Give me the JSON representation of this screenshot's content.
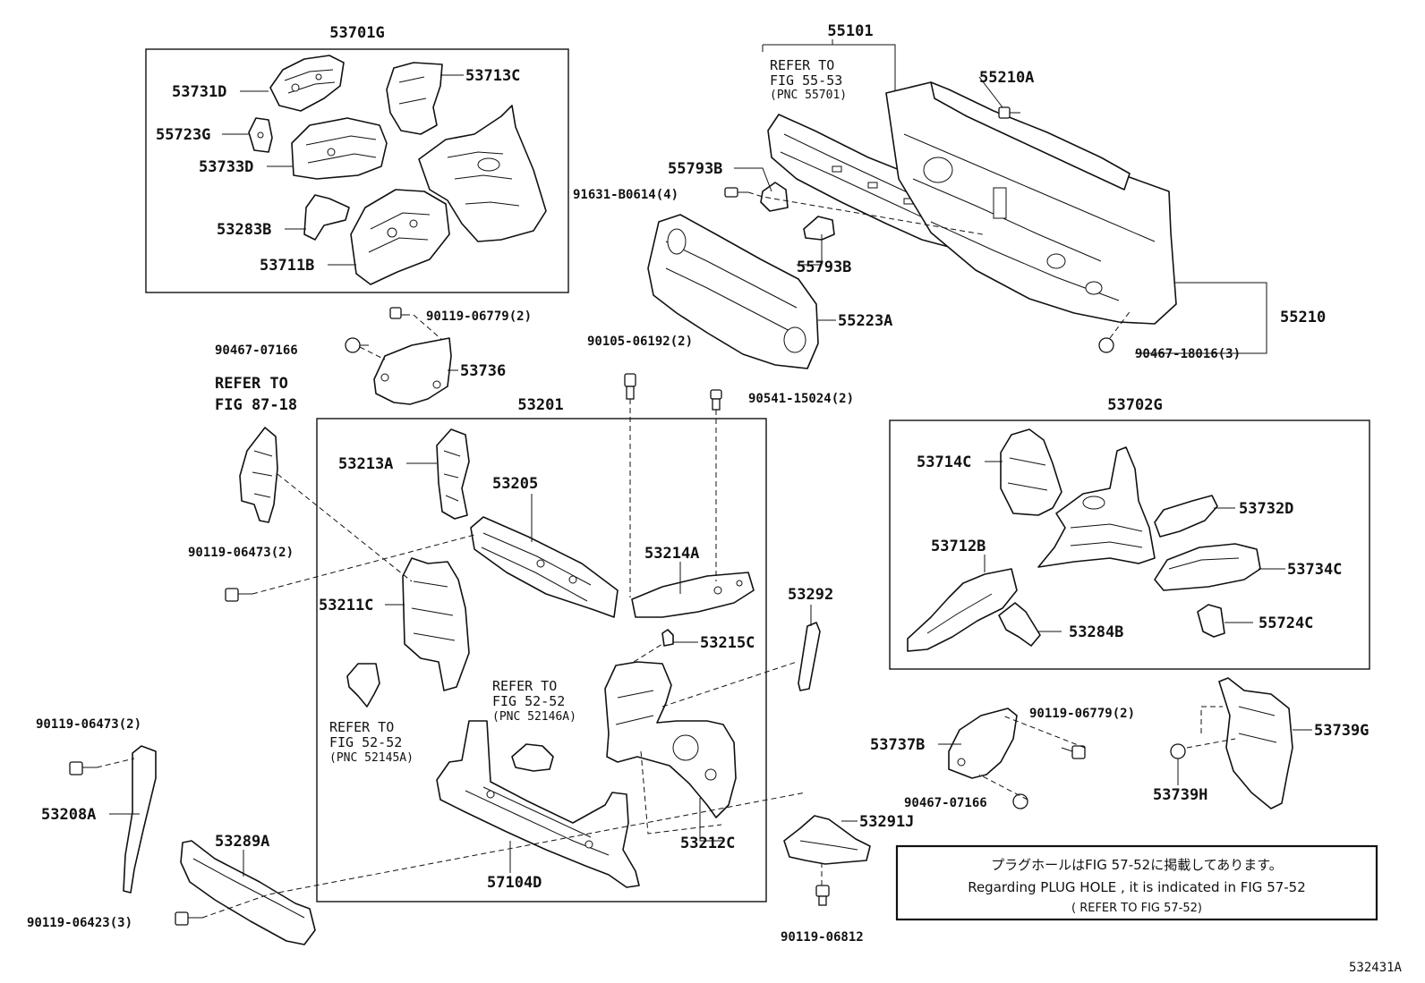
{
  "groups": {
    "g53701G": "53701G",
    "g55101": "55101",
    "g53201": "53201",
    "g53702G": "53702G",
    "g55210": "55210"
  },
  "parts": {
    "p53731D": "53731D",
    "p53713C": "53713C",
    "p55723G": "55723G",
    "p53733D": "53733D",
    "p53283B": "53283B",
    "p53711B": "53711B",
    "p55210A": "55210A",
    "p55793B_a": "55793B",
    "p55793B_b": "55793B",
    "p55223A": "55223A",
    "p53736": "53736",
    "p53213A": "53213A",
    "p53205": "53205",
    "p53214A": "53214A",
    "p53211C": "53211C",
    "p53215C": "53215C",
    "p53292": "53292",
    "p53212C": "53212C",
    "p57104D": "57104D",
    "p53208A": "53208A",
    "p53289A": "53289A",
    "p53291J": "53291J",
    "p53714C": "53714C",
    "p53732D": "53732D",
    "p53712B": "53712B",
    "p53734C": "53734C",
    "p53284B": "53284B",
    "p55724C": "55724C",
    "p53737B": "53737B",
    "p53739G": "53739G",
    "p53739H": "53739H"
  },
  "fasteners": {
    "f91631": "91631-B0614(4)",
    "f90119_06779_top": "90119-06779(2)",
    "f90467_07166_top": "90467-07166",
    "f90105": "90105-06192(2)",
    "f90541": "90541-15024(2)",
    "f90467_18016": "90467-18016(3)",
    "f90119_06473_mid": "90119-06473(2)",
    "f90119_06473_low": "90119-06473(2)",
    "f90119_06423": "90119-06423(3)",
    "f90119_06812": "90119-06812",
    "f90119_06779_right": "90119-06779(2)",
    "f90467_07166_right": "90467-07166"
  },
  "references": {
    "r55101_l1": "REFER TO",
    "r55101_l2": "FIG 55-53",
    "r55101_l3": "(PNC 55701)",
    "r87_l1": "REFER TO",
    "r87_l2": "FIG 87-18",
    "r52a_l1": "REFER TO",
    "r52a_l2": "FIG 52-52",
    "r52a_l3": "(PNC 52145A)",
    "r52b_l1": "REFER TO",
    "r52b_l2": "FIG 52-52",
    "r52b_l3": "(PNC 52146A)"
  },
  "notice": {
    "line_jp": "プラグホールはFIG 57-52に掲載してあります。",
    "line_en": "Regarding PLUG HOLE , it is indicated in FIG 57-52",
    "line_ref": "( REFER TO FIG 57-52)"
  },
  "figure_id": "532431A"
}
